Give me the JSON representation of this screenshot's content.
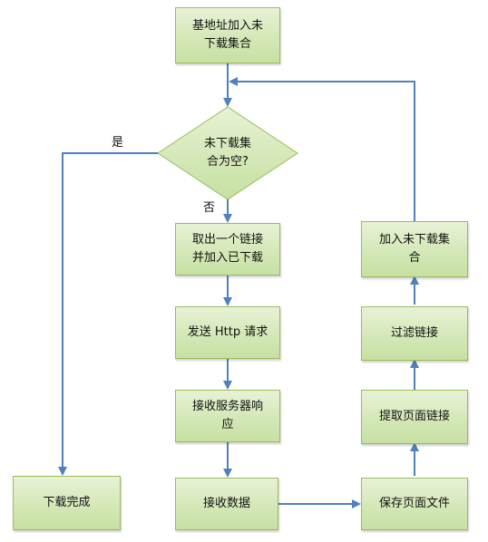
{
  "nodes": {
    "start": {
      "line1": "基地址加入未",
      "line2": "下载集合"
    },
    "decision": {
      "line1": "未下载集",
      "line2": "合为空?"
    },
    "take_link": {
      "line1": "取出一个链接",
      "line2": "并加入已下载"
    },
    "send_request": {
      "text": "发送 Http 请求"
    },
    "receive_response": {
      "line1": "接收服务器响",
      "line2": "应"
    },
    "receive_data": {
      "text": "接收数据"
    },
    "save_file": {
      "text": "保存页面文件"
    },
    "extract_links": {
      "text": "提取页面链接"
    },
    "filter_links": {
      "text": "过滤链接"
    },
    "add_unfinished": {
      "line1": "加入未下载集",
      "line2": "合"
    },
    "done": {
      "text": "下载完成"
    }
  },
  "labels": {
    "yes": "是",
    "no": "否"
  },
  "colors": {
    "box_border": "#9bbb59",
    "box_fill": "#d4e8b7",
    "arrow": "#4f81bd"
  }
}
